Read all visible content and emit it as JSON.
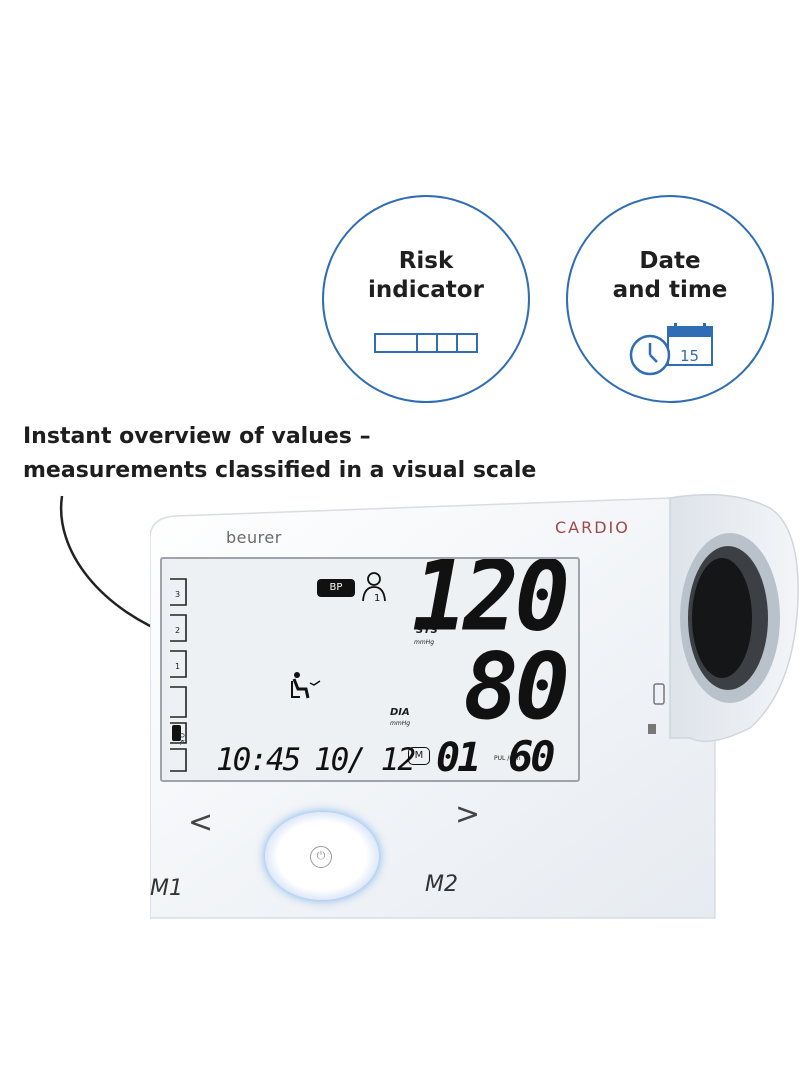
{
  "badges": {
    "risk": {
      "title": "Risk\nindicator",
      "icon": "risk-scale-icon",
      "color": "#2f6db5"
    },
    "date": {
      "title": "Date\nand time",
      "icon": "clock-calendar-icon",
      "calendar_day": "15",
      "color": "#2f6db5"
    }
  },
  "caption": {
    "line1": "Instant overview of values –",
    "line2": "measurements classified in a visual scale"
  },
  "device": {
    "brand": "beurer",
    "model": "CARDIO",
    "display": {
      "mode_tag": "BP",
      "user_icon": "user-1-icon",
      "user_number": "1",
      "sys_label": "SYS",
      "sys_unit": "mmHg",
      "sys_value": "120",
      "dia_label": "DIA",
      "dia_unit": "mmHg",
      "dia_value": "80",
      "time": "10:45",
      "date": "10/ 12",
      "memory_tag": "M",
      "memory_value": "01",
      "pulse_label": "PUL /min",
      "pulse_value": "60",
      "scale_levels": [
        "3",
        "2",
        "1",
        "",
        "",
        ""
      ],
      "scale_marker": "O.K."
    },
    "buttons": {
      "prev": "<",
      "next": ">",
      "m1": "M1",
      "m2": "M2",
      "power": "power-icon"
    }
  }
}
